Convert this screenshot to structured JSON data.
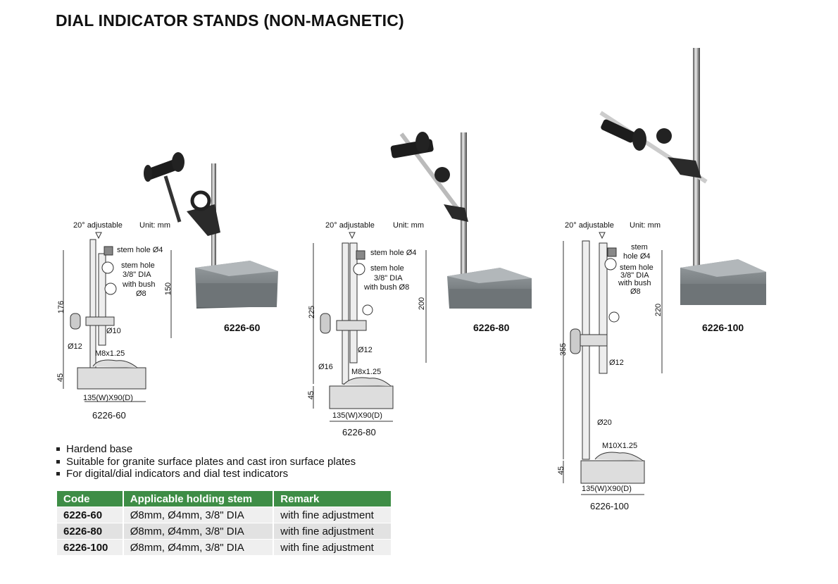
{
  "title": "DIAL INDICATOR STANDS (NON-MAGNETIC)",
  "products": [
    {
      "code": "6226-60",
      "diagram": {
        "adjust": "20° adjustable",
        "unit": "Unit: mm",
        "stem1": "stem hole Ø4",
        "stem2a": "stem hole",
        "stem2b": "3/8\" DIA",
        "bush1": "with bush",
        "bush2": "Ø8",
        "rod_dia": "Ø10",
        "post_dia": "Ø12",
        "thread": "M8x1.25",
        "h_total": "176",
        "h_rod": "150",
        "h_base": "45",
        "base_dim": "135(W)X90(D)",
        "caption": "6226-60"
      }
    },
    {
      "code": "6226-80",
      "diagram": {
        "adjust": "20° adjustable",
        "unit": "Unit: mm",
        "stem1": "stem hole Ø4",
        "stem2a": "stem hole",
        "stem2b": "3/8\" DIA",
        "bush1": "with bush Ø8",
        "rod_dia": "Ø12",
        "post_dia": "Ø16",
        "thread": "M8x1.25",
        "h_total": "225",
        "h_rod": "200",
        "h_base": "45",
        "base_dim": "135(W)X90(D)",
        "caption": "6226-80"
      }
    },
    {
      "code": "6226-100",
      "diagram": {
        "adjust": "20° adjustable",
        "unit": "Unit: mm",
        "stem1a": "stem",
        "stem1b": "hole Ø4",
        "stem2a": "stem hole",
        "stem2b": "3/8\" DIA",
        "bush1": "with bush",
        "bush2": "Ø8",
        "rod_dia": "Ø12",
        "post_dia": "Ø20",
        "thread": "M10X1.25",
        "h_total": "355",
        "h_rod": "220",
        "h_base": "45",
        "base_dim": "135(W)X90(D)",
        "caption": "6226-100"
      }
    }
  ],
  "features": [
    "Hardend base",
    "Suitable for granite surface plates and cast iron surface plates",
    "For digital/dial indicators and dial test indicators"
  ],
  "table": {
    "headers": [
      "Code",
      "Applicable holding stem",
      "Remark"
    ],
    "rows": [
      [
        "6226-60",
        "Ø8mm, Ø4mm, 3/8\" DIA",
        "with fine adjustment"
      ],
      [
        "6226-80",
        "Ø8mm, Ø4mm, 3/8\" DIA",
        "with fine adjustment"
      ],
      [
        "6226-100",
        "Ø8mm, Ø4mm, 3/8\" DIA",
        "with fine adjustment"
      ]
    ],
    "header_color": "#3e8d46"
  }
}
